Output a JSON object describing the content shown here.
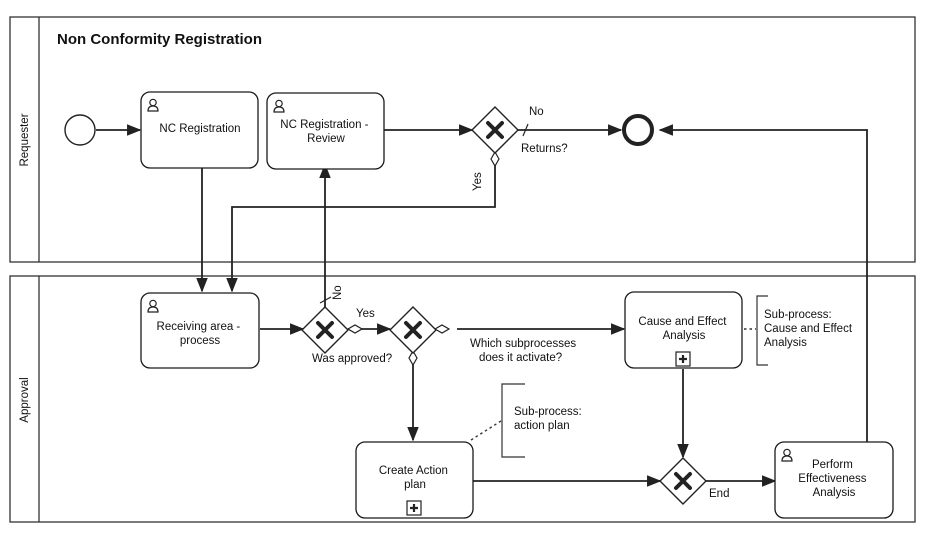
{
  "pool_title": "Non Conformity Registration",
  "lanes": {
    "requester": "Requester",
    "approval": "Approval"
  },
  "tasks": {
    "nc_registration": {
      "label": [
        "NC Registration"
      ],
      "type": "user-task"
    },
    "nc_registration_review": {
      "label": [
        "NC Registration -",
        "Review"
      ],
      "type": "user-task"
    },
    "receiving_area_process": {
      "label": [
        "Receiving area -",
        "process"
      ],
      "type": "user-task"
    },
    "cause_and_effect_analysis": {
      "label": [
        "Cause and Effect",
        "Analysis"
      ],
      "type": "collapsed-subprocess"
    },
    "create_action_plan": {
      "label": [
        "Create Action",
        "plan"
      ],
      "type": "collapsed-subprocess"
    },
    "perform_effectiveness_analysis": {
      "label": [
        "Perform",
        "Effectiveness",
        "Analysis"
      ],
      "type": "user-task"
    }
  },
  "gateways": {
    "returns": {
      "label": "Returns?",
      "type": "exclusive"
    },
    "was_approved": {
      "label": "Was approved?",
      "type": "exclusive"
    },
    "which_subprocesses": {
      "label": [
        "Which subprocesses",
        "does it activate?"
      ],
      "type": "exclusive"
    },
    "end": {
      "label": "End",
      "type": "exclusive"
    }
  },
  "flow_labels": {
    "returns_no": "No",
    "returns_yes": "Yes",
    "approved_no": "No",
    "approved_yes": "Yes"
  },
  "annotations": {
    "cause_effect": [
      "Sub-process:",
      "Cause and Effect",
      "Analysis"
    ],
    "action_plan": [
      "Sub-process:",
      "action plan"
    ]
  },
  "icons": {
    "user_task": "user-icon",
    "subprocess": "plus-box-icon",
    "exclusive_gateway": "x-marker-icon",
    "start_event": "circle-thin",
    "end_event": "circle-thick"
  }
}
